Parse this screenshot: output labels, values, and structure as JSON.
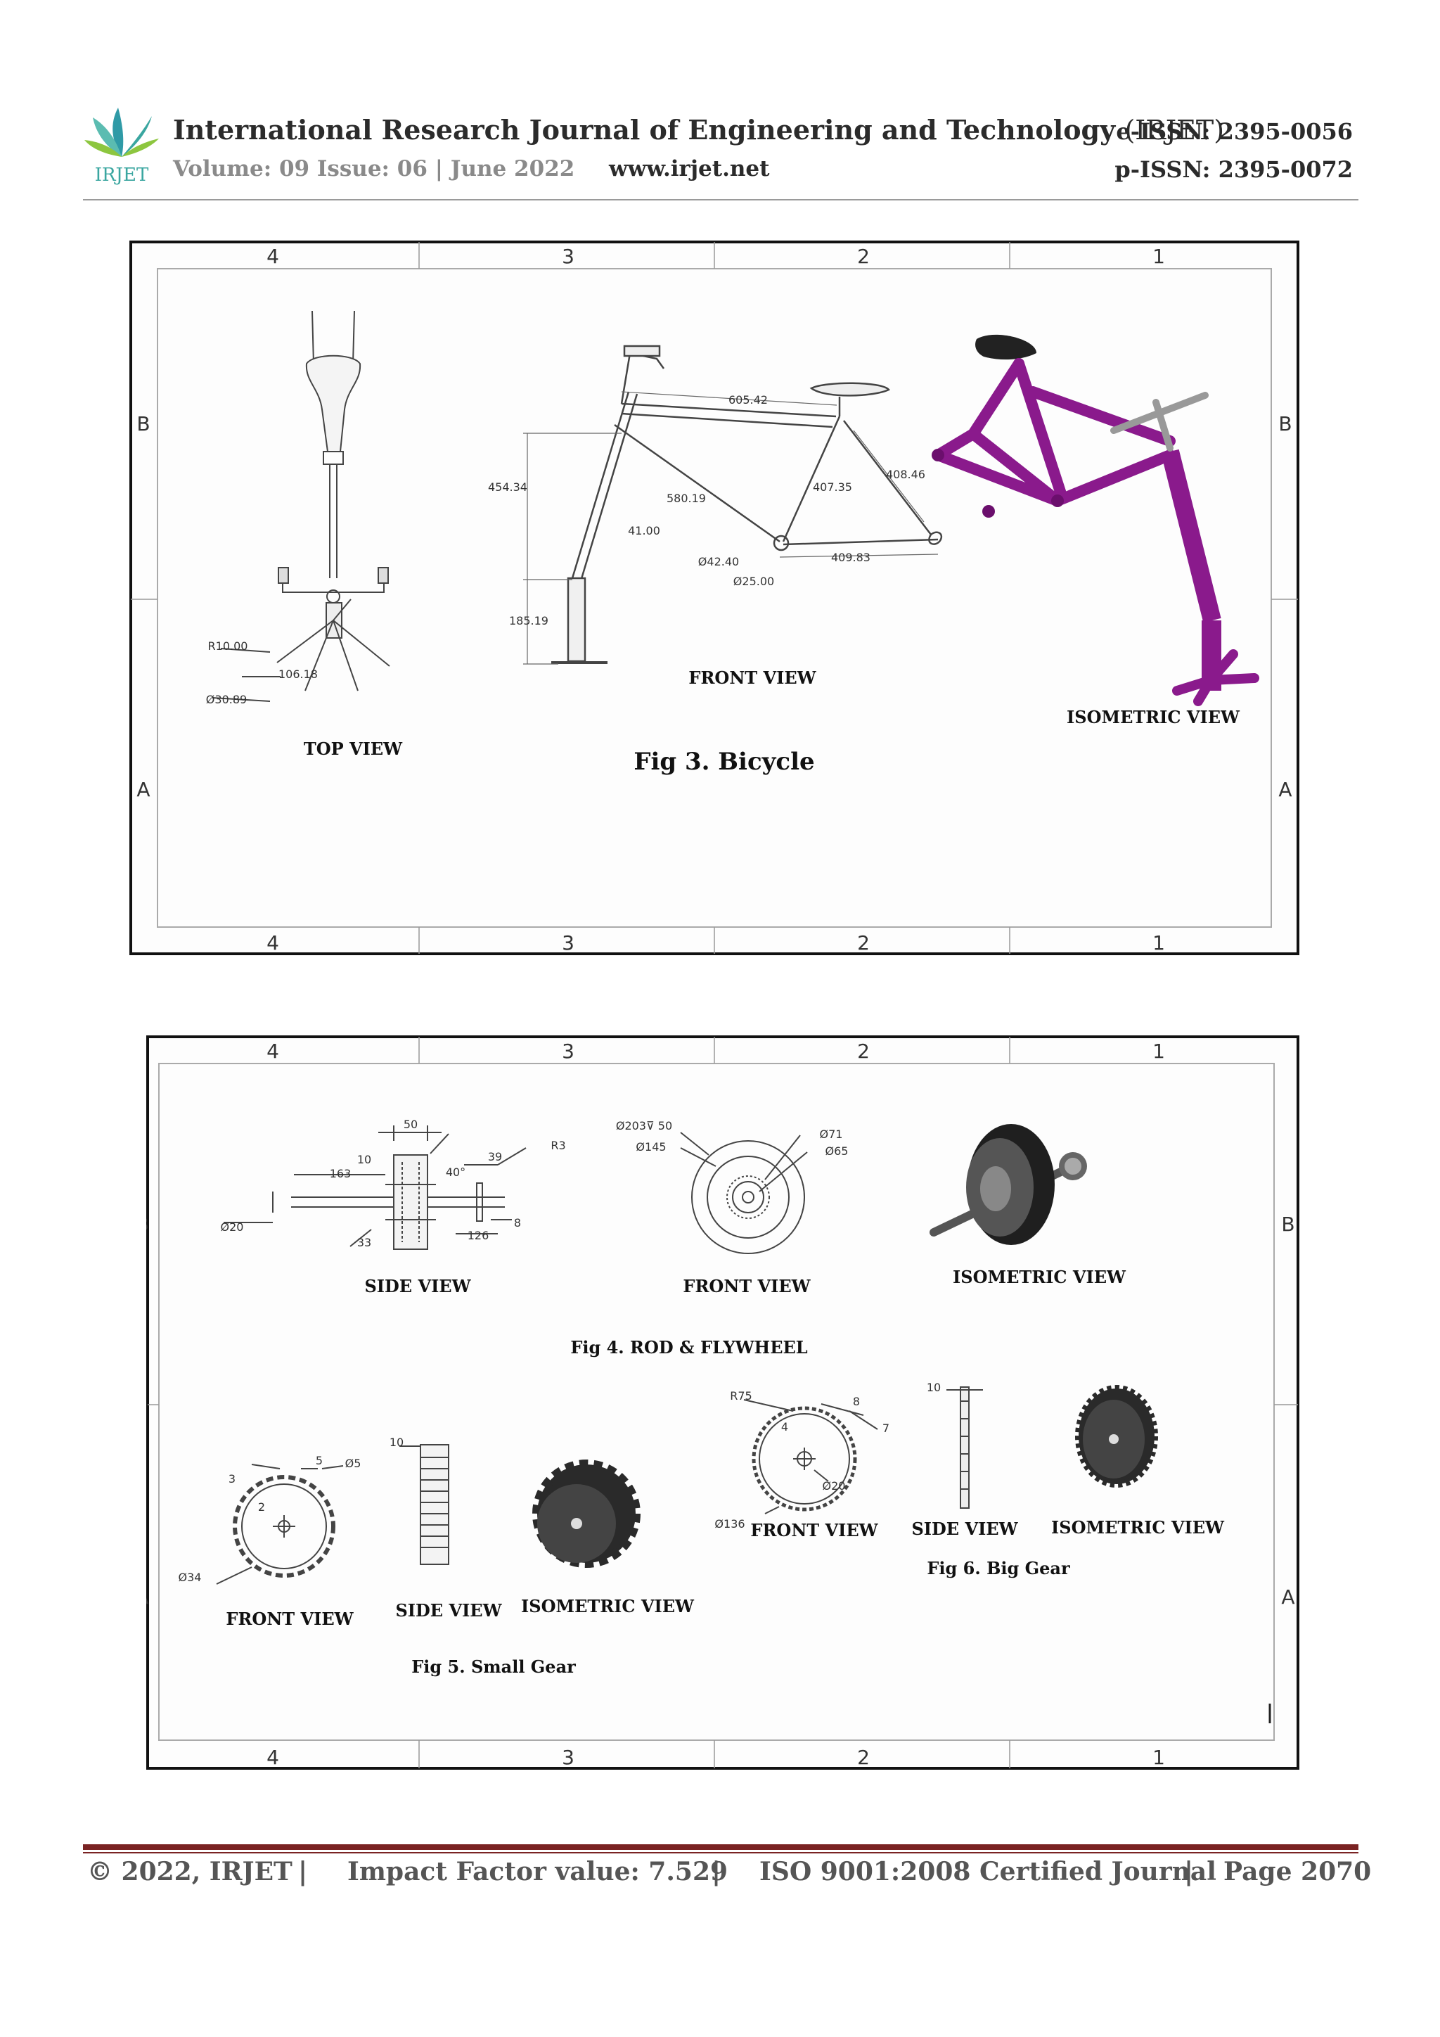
{
  "header": {
    "logo_text": "IRJET",
    "journal_name": "International Research Journal of Engineering and Technology",
    "journal_abbr": "(IRJET)",
    "volume_line": "Volume: 09 Issue: 06 | June 2022",
    "website": "www.irjet.net",
    "eissn": "e-ISSN: 2395-0056",
    "pissn": "p-ISSN: 2395-0072"
  },
  "sheet_labels": {
    "cols": [
      "4",
      "3",
      "2",
      "1"
    ],
    "rows": [
      "B",
      "A"
    ]
  },
  "fig3": {
    "caption": "Fig 3. Bicycle",
    "top_view_label": "TOP VIEW",
    "front_view_label": "FRONT  VIEW",
    "iso_view_label": "ISOMETRIC  VIEW",
    "top_dims": [
      "R10.00",
      "106.18",
      "Ø30.89"
    ],
    "front_dims": [
      "605.42",
      "454.34",
      "580.19",
      "407.35",
      "408.46",
      "41.00",
      "Ø42.40",
      "Ø25.00",
      "409.83",
      "185.19"
    ]
  },
  "fig4": {
    "caption": "Fig 4. ROD &  FLYWHEEL",
    "side_view_label": "SIDE VIEW",
    "front_view_label": "FRONT VIEW",
    "iso_view_label": "ISOMETRIC VIEW",
    "side_dims": [
      "50",
      "10",
      "163",
      "40°",
      "39",
      "R3",
      "Ø20",
      "33",
      "126",
      "8"
    ],
    "front_dims": [
      "Ø203⊽ 50",
      "Ø145",
      "Ø71",
      "Ø65"
    ]
  },
  "fig5": {
    "caption": "Fig 5. Small Gear",
    "front_view_label": "FRONT VIEW",
    "side_view_label": "SIDE VIEW",
    "iso_view_label": "ISOMETRIC VIEW",
    "dims": [
      "5",
      "Ø5",
      "3",
      "2",
      "Ø34",
      "10"
    ]
  },
  "fig6": {
    "caption": "Fig 6. Big Gear",
    "front_view_label": "FRONT VIEW",
    "side_view_label": "SIDE VIEW",
    "iso_view_label": "ISOMETRIC VIEW",
    "dims": [
      "R75",
      "4",
      "8",
      "7",
      "Ø20",
      "Ø136",
      "10"
    ]
  },
  "footer": {
    "copyright": "© 2022, IRJET",
    "sep": "|",
    "impact": "Impact Factor value: 7.529",
    "iso": "ISO 9001:2008 Certified Journal",
    "page": "Page 2070"
  },
  "colors": {
    "accent": "#7a2323",
    "frame_purple": "#8a1a8c",
    "logo_teal": "#3aa6a0",
    "logo_green": "#8dc63f"
  }
}
